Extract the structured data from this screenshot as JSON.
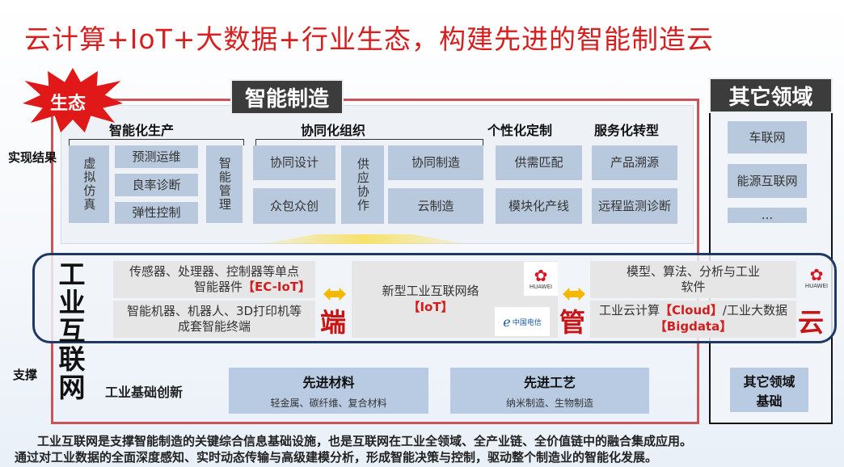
{
  "title": "云计算+IoT+大数据+行业生态，构建先进的智能制造云",
  "badges": {
    "ecology": "生态",
    "smart_manufacturing": "智能制造",
    "other_fields": "其它领域"
  },
  "side_labels": {
    "results": "实现结果",
    "support": "支撑"
  },
  "sections": [
    {
      "title": "智能化生产",
      "items": [
        "虚拟仿真",
        "预测运维",
        "良率诊断",
        "弹性控制",
        "智能管理"
      ]
    },
    {
      "title": "协同化组织",
      "items": [
        "协同设计",
        "众包众创",
        "供应协作",
        "协同制造",
        "云制造"
      ]
    },
    {
      "title": "个性化定制",
      "items": [
        "供需匹配",
        "模块化产线"
      ]
    },
    {
      "title": "服务化转型",
      "items": [
        "产品溯源",
        "远程监测诊断"
      ]
    }
  ],
  "other_fields_items": [
    "车联网",
    "能源互联网",
    "..."
  ],
  "iot": {
    "vertical_label": "工业互联网",
    "edge": {
      "line1a": "传感器、处理器、控制器等单点",
      "line1b": "智能器件",
      "line1tag": "【EC-IoT】",
      "line2": "智能机器、机器人、3D打印机等成套智能终端",
      "label": "端"
    },
    "pipe": {
      "text": "新型工业互联网络",
      "tag": "【IoT】",
      "label": "管",
      "logo_huawei": "HUAWEI",
      "logo_telecom": "中国电信"
    },
    "cloud": {
      "line1": "模型、算法、分析与工业软件",
      "line2a": "工业云计算",
      "tag1": "【Cloud】",
      "line2b": "/工业大数据",
      "tag2": "【Bigdata】",
      "label": "云",
      "logo_huawei": "HUAWEI"
    }
  },
  "foundation": {
    "label": "工业基础创新",
    "boxes": [
      {
        "title": "先进材料",
        "sub": "轻金属、碳纤维、复合材料"
      },
      {
        "title": "先进工艺",
        "sub": "纳米制造、生物制造"
      }
    ],
    "other": "其它领域基础"
  },
  "footer": [
    "工业互联网是支撑智能制造的关键综合信息基础设施，也是互联网在工业全领域、全产业链、全价值链中的融合集成应用。",
    "通过对工业数据的全面深度感知、实时动态传输与高级建模分析，形成智能决策与控制，驱动整个制造业的智能化发展。"
  ],
  "colors": {
    "title": "#d81e1e",
    "frame_red": "#c9545a",
    "iot_border": "#1f3864",
    "cell": "#b8c9dd",
    "accent_yellow": "#f5b800"
  }
}
